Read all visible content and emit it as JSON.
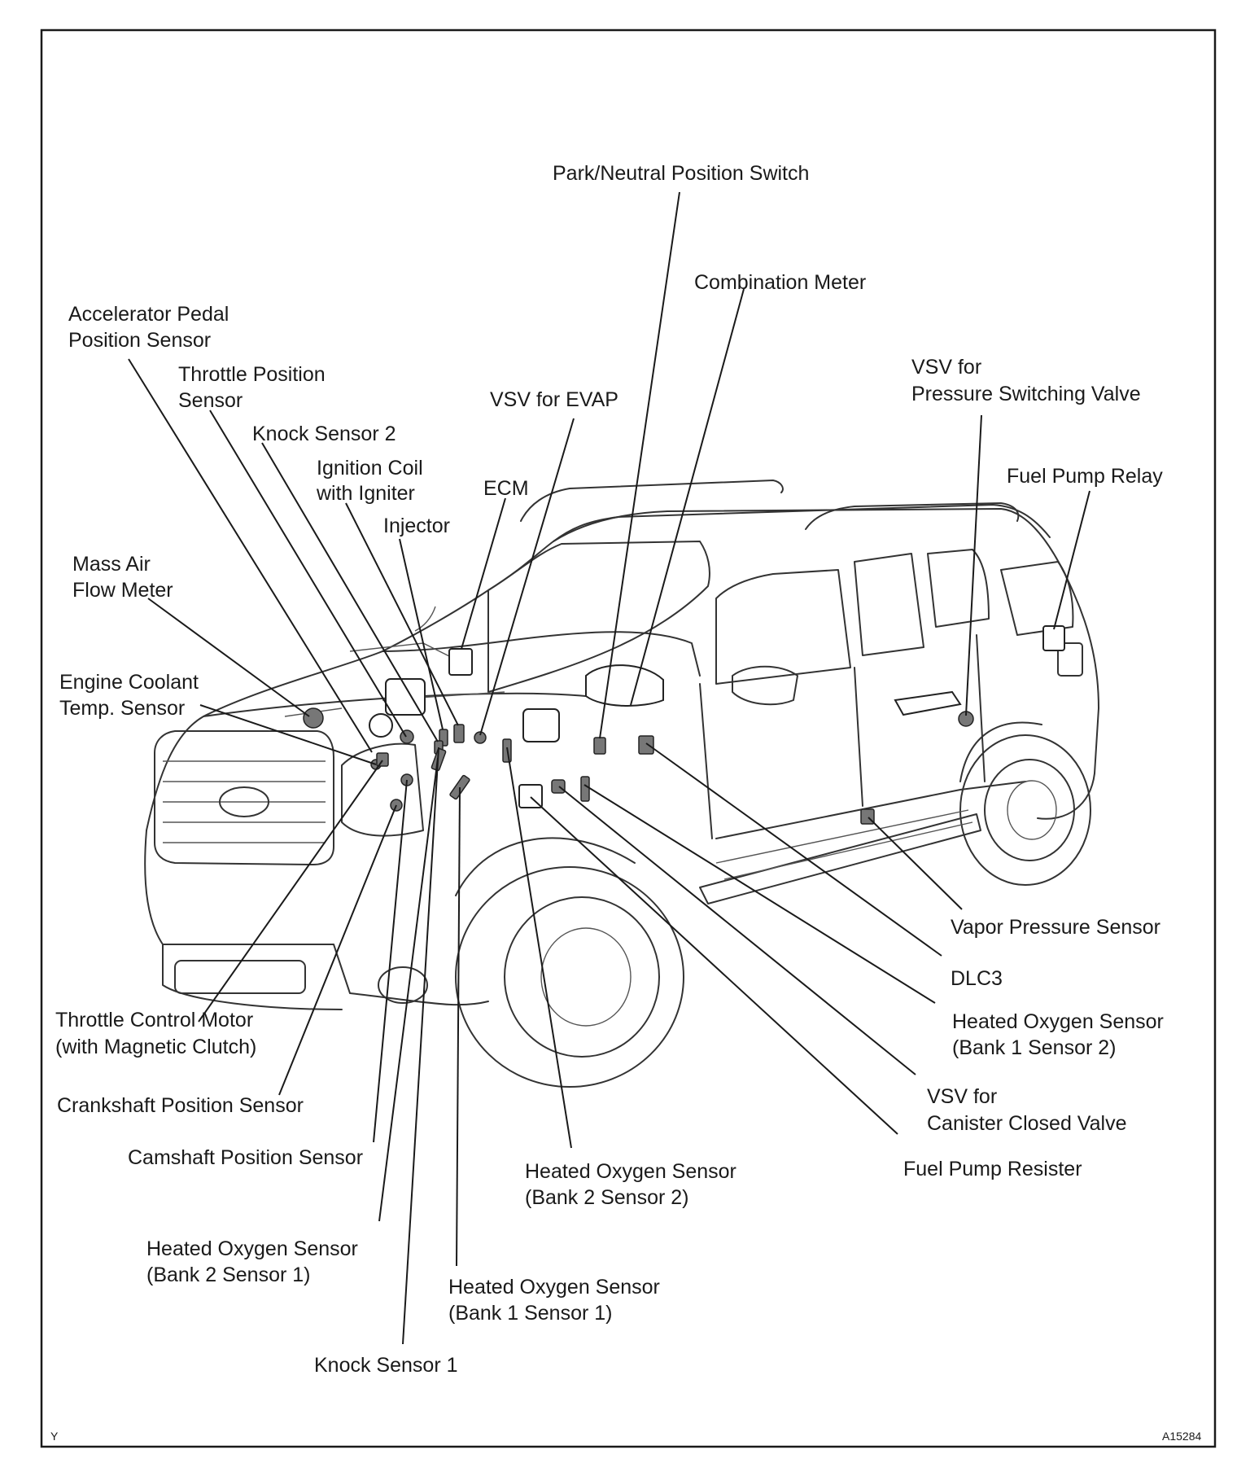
{
  "colors": {
    "ink": "#1a1a1a",
    "line": "#333333",
    "background": "#ffffff"
  },
  "labels": {
    "park_neutral": "Park/Neutral Position Switch",
    "combination_meter": "Combination Meter",
    "accel_pedal_1": "Accelerator Pedal",
    "accel_pedal_2": "Position Sensor",
    "throttle_pos_1": "Throttle Position",
    "throttle_pos_2": "Sensor",
    "knock_sensor_2": "Knock Sensor 2",
    "ignition_coil_1": "Ignition Coil",
    "ignition_coil_2": "with Igniter",
    "vsv_evap": "VSV for EVAP",
    "ecm": "ECM",
    "injector": "Injector",
    "vsv_psv_1": "VSV for",
    "vsv_psv_2": "Pressure Switching Valve",
    "fuel_pump_relay": "Fuel Pump Relay",
    "maf_1": "Mass Air",
    "maf_2": "Flow Meter",
    "ect_1": "Engine Coolant",
    "ect_2": "Temp. Sensor",
    "vapor_pressure": "Vapor Pressure Sensor",
    "dlc3": "DLC3",
    "tcm_1": "Throttle Control Motor",
    "tcm_2": "(with Magnetic Clutch)",
    "ho2_b1s2_1": "Heated Oxygen Sensor",
    "ho2_b1s2_2": "(Bank 1 Sensor 2)",
    "crankshaft": "Crankshaft Position Sensor",
    "vsv_ccv_1": "VSV for",
    "vsv_ccv_2": "Canister Closed Valve",
    "camshaft": "Camshaft Position Sensor",
    "fuel_pump_resister": "Fuel Pump Resister",
    "ho2_b2s2_1": "Heated Oxygen Sensor",
    "ho2_b2s2_2": "(Bank 2 Sensor 2)",
    "ho2_b2s1_1": "Heated Oxygen Sensor",
    "ho2_b2s1_2": "(Bank 2 Sensor 1)",
    "ho2_b1s1_1": "Heated Oxygen Sensor",
    "ho2_b1s1_2": "(Bank 1 Sensor 1)",
    "knock_sensor_1": "Knock Sensor 1"
  },
  "corner_marks": {
    "left": "Y",
    "right": "A15284"
  }
}
